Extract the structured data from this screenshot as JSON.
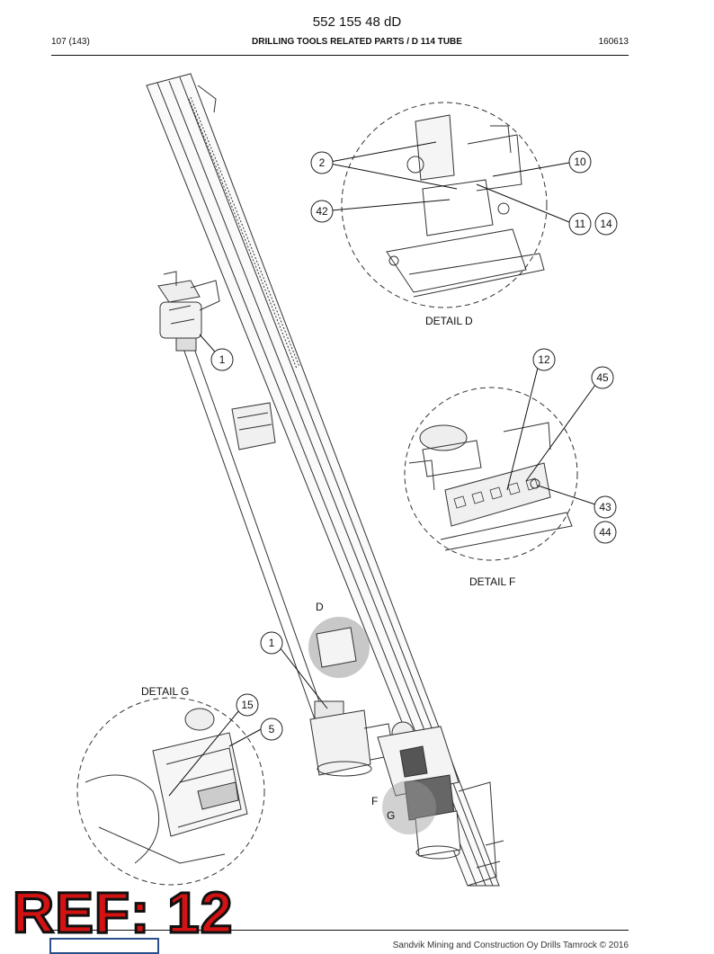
{
  "header": {
    "doc_number": "552 155 48 dD",
    "page": "107 (143)",
    "title": "DRILLING TOOLS RELATED PARTS / D 114 TUBE",
    "date": "160613"
  },
  "details": {
    "d": "DETAIL D",
    "f": "DETAIL F",
    "g": "DETAIL G"
  },
  "markers": {
    "d": "D",
    "f": "F",
    "g": "G"
  },
  "callouts": {
    "c1a": "1",
    "c1b": "1",
    "c2": "2",
    "c42": "42",
    "c10": "10",
    "c11": "11",
    "c14": "14",
    "c12": "12",
    "c45": "45",
    "c43": "43",
    "c44": "44",
    "c15": "15",
    "c5": "5"
  },
  "stamp": "REF: 12",
  "footer": {
    "copyright": "Sandvik Mining and Construction Oy Drills Tamrock © 2016"
  }
}
